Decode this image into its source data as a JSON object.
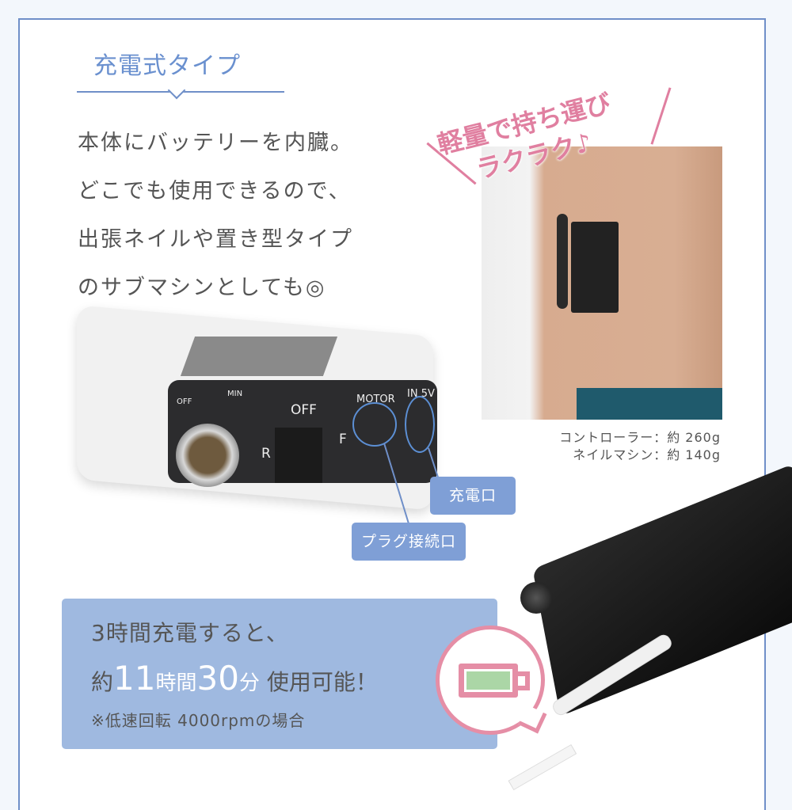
{
  "title": "充電式タイプ",
  "description": [
    "本体にバッテリーを内臓。",
    "どこでも使用できるので、",
    "出張ネイルや置き型タイプ",
    "のサブマシンとしても◎"
  ],
  "catchphrase": {
    "line1": "軽量で持ち運び",
    "line2": "ラクラク♪"
  },
  "weights": [
    "コントローラー：約 260g",
    "ネイルマシン：約 140g"
  ],
  "device_labels": {
    "switch_top": "OFF",
    "switch_r": "R",
    "switch_f": "F",
    "motor": "MOTOR",
    "input": "IN 5V",
    "dial_off": "OFF",
    "dial_min": "MIN"
  },
  "callouts": {
    "charge_port": "充電口",
    "plug_port": "プラグ接続口"
  },
  "info": {
    "line1": "3時間充電すると、",
    "prefix": "約",
    "hours": "11",
    "hours_unit": "時間",
    "minutes": "30",
    "minutes_unit": "分",
    "suffix": "使用可能！",
    "note": "※低速回転 4000rpmの場合"
  },
  "colors": {
    "accent_blue": "#6f8fc8",
    "tag_blue": "#7f9fd6",
    "info_bg": "#9fb9e0",
    "pink": "#e58ea6",
    "battery_green": "#abd6a6"
  }
}
